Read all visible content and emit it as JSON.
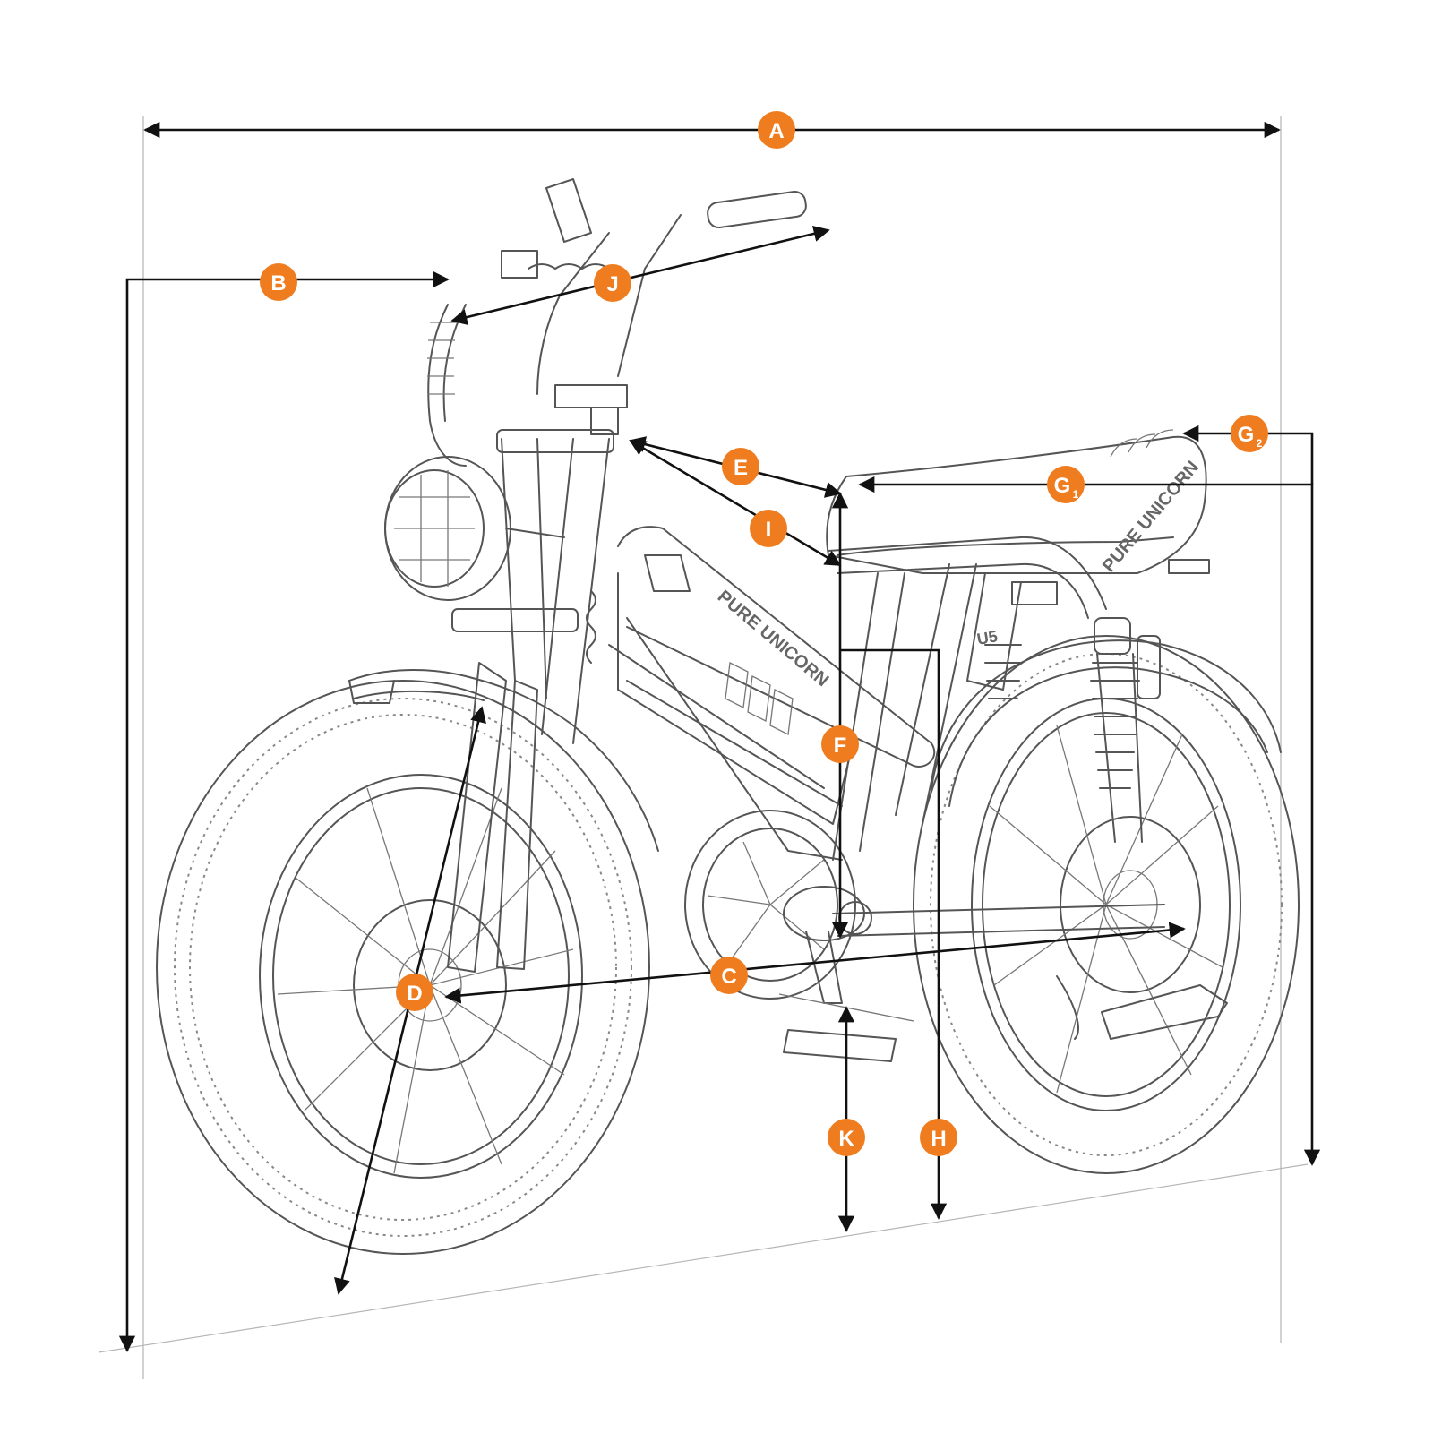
{
  "badge_color": "#ef7d1f",
  "line_color": "#111111",
  "dimension_labels": {
    "A": "A",
    "B": "B",
    "C": "C",
    "D": "D",
    "E": "E",
    "F": "F",
    "G": "G",
    "G1_sub": "1",
    "G2_sub": "2",
    "H": "H",
    "I": "I",
    "J": "J",
    "K": "K"
  },
  "bike": {
    "brand_seat": "PURE UNICORN",
    "brand_frame": "PURE UNICORN",
    "model": "U5"
  }
}
